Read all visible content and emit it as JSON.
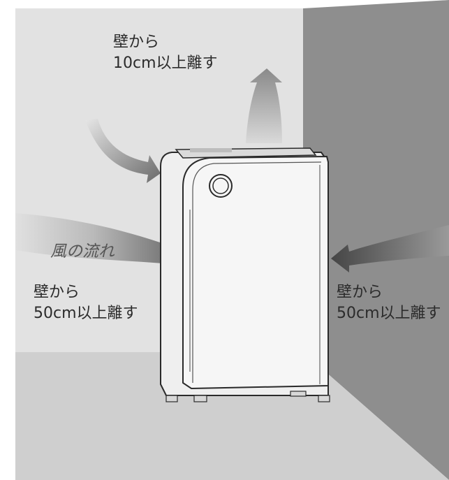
{
  "labels": {
    "top": {
      "line1": "壁から",
      "line2": "10cm以上離す"
    },
    "left": {
      "line1": "壁から",
      "line2": "50cm以上離す"
    },
    "right": {
      "line1": "壁から",
      "line2": "50cm以上離す"
    },
    "airflow": "風の流れ"
  },
  "colors": {
    "back_wall": "#e2e2e2",
    "side_wall": "#8e8e8e",
    "floor": "#cfcfcf",
    "device_body": "#f6f6f6",
    "outline": "#2a2a2a",
    "arrow_dark": "#5a5a5a"
  }
}
